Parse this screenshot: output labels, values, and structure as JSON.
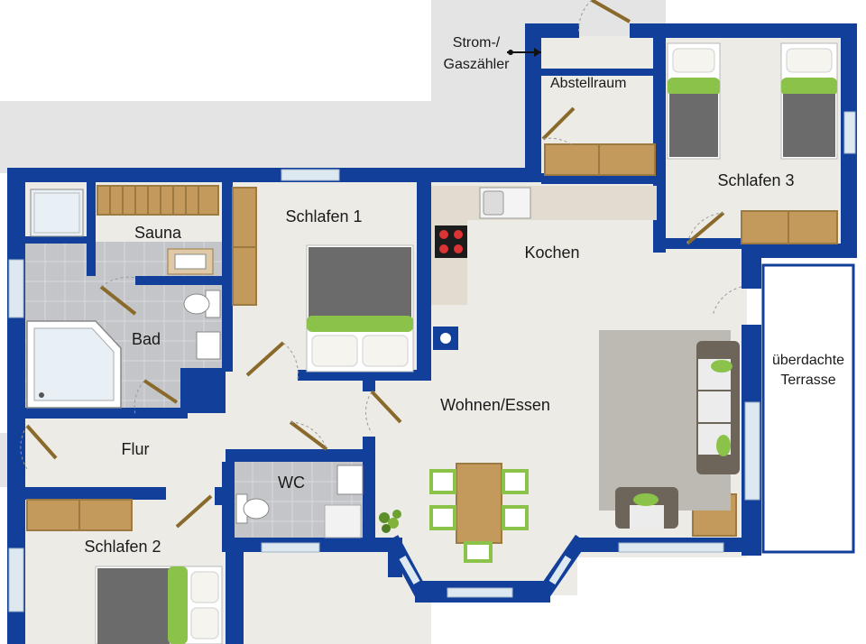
{
  "colors": {
    "wall": "#123f9a",
    "floor": "#ecebe6",
    "outside": "#e4e4e4",
    "tile": "#c3c5c9",
    "wood": "#c39a5c",
    "bed": "#6b6b6b",
    "green": "#8bc34a",
    "door": "#8a6a2a",
    "window": "#dde8f0",
    "rug": "#bdbab4"
  },
  "rooms": {
    "strom": "Strom-/",
    "gas": "Gaszähler",
    "abstellraum": "Abstellraum",
    "schlafen3": "Schlafen 3",
    "sauna": "Sauna",
    "schlafen1": "Schlafen 1",
    "kochen": "Kochen",
    "bad": "Bad",
    "terrasse_line1": "überdachte",
    "terrasse_line2": "Terrasse",
    "wohnen": "Wohnen/Essen",
    "flur": "Flur",
    "wc": "WC",
    "schlafen2": "Schlafen 2"
  },
  "icons": [
    "meter-arrow-icon",
    "sink-icon",
    "stove-icon",
    "toilet-icon",
    "bathtub-icon",
    "shower-icon",
    "plant-icon"
  ]
}
